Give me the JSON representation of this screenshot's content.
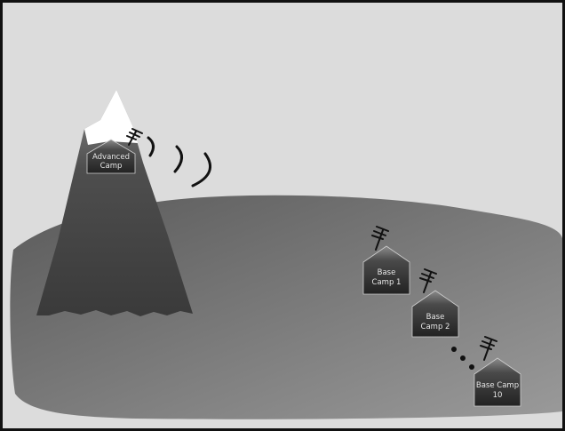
{
  "camps": {
    "advanced": {
      "line1": "Advanced",
      "line2": "Camp"
    },
    "base1": {
      "line1": "Base",
      "line2": "Camp 1"
    },
    "base2": {
      "line1": "Base",
      "line2": "Camp 2"
    },
    "base10": {
      "line1": "Base Camp",
      "line2": "10"
    }
  },
  "icons": {
    "antenna": "antenna-icon",
    "signal": "radio-waves-icon",
    "ellipsis": "ellipsis-dots"
  },
  "colors": {
    "sky": "#dcdcdc",
    "ground": "#6e6e6e",
    "mountain": "#444444",
    "snow": "#ffffff",
    "hut": "#3a3a3a",
    "border": "#111111"
  }
}
